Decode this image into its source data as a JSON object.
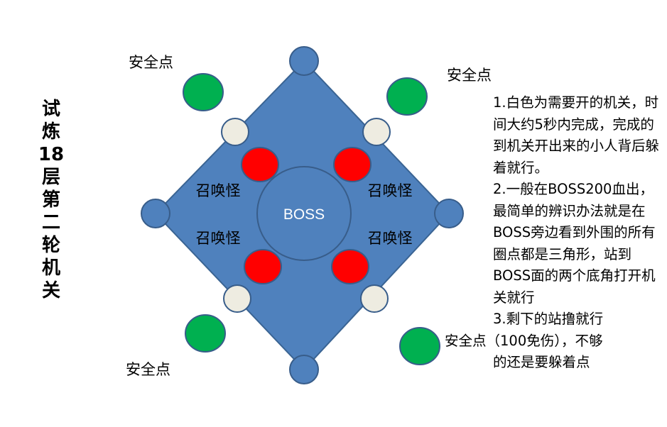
{
  "title": "试炼18层第二轮机关",
  "boss_label": "BOSS",
  "summon_labels": [
    "召唤怪",
    "召唤怪",
    "召唤怪",
    "召唤怪"
  ],
  "safe_labels": [
    "安全点",
    "安全点",
    "安全点"
  ],
  "notes": {
    "item1": "1.白色为需要开的机关，时间大约5秒内完成，完成的到机关开出来的小人背后躲着就行。",
    "item2": "2.一般在BOSS200血出，最简单的辨识办法就是在BOSS旁边看到外围的所有圈点都是三角形，站到BOSS面的两个底角打开机关就行",
    "item3": "3.剩下的站撸就行",
    "item4_line1": "安全点（100免伤），不够",
    "item4_line2": "的还是要躲着点"
  },
  "colors": {
    "diamond": "#4f81bd",
    "diamond_border": "#3a6493",
    "safe_point": "#00b050",
    "summon_point": "#ff0000",
    "switch_point": "#eeece1",
    "outline": "#385d8a"
  },
  "icons": {
    "safe_point": "green-circle",
    "summon_point": "red-circle",
    "switch_point": "white-circle",
    "corner_node": "blue-circle"
  }
}
